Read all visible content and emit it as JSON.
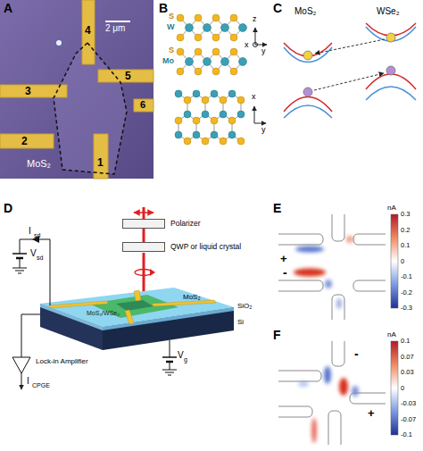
{
  "diagram": {
    "nodes": [
      {
        "text": [
          "Polarizer"
        ]
      },
      {
        "text": [
          "QWP or liquid crystal"
        ]
      }
    ],
    "edges": [
      {
        "from": 0,
        "to": 1,
        "arrow": "none"
      }
    ],
    "labels": [
      "A",
      "2 μm",
      "4",
      "3",
      "5",
      "2",
      "6",
      "1",
      "MoS₂",
      "B",
      "S",
      "W",
      "S",
      "Mo",
      "z",
      "x",
      "y",
      "x",
      "y",
      "C",
      "MoS₂",
      "WSe₂",
      "D",
      "I",
      "sd",
      "V",
      "sd",
      "I",
      "CPGE",
      "V",
      "g",
      "Lock-in Amplifier",
      "MoS₂/WSe₂",
      "MoS₂",
      "SiO₂",
      "Si",
      "E",
      "nA",
      "0.3",
      "0.2",
      "0.1",
      "0",
      "-0.1",
      "-0.2",
      "-0.3",
      "+",
      "-",
      "F",
      "nA",
      "0.1",
      "0.07",
      "0.03",
      "0",
      "-0.03",
      "-0.07",
      "-0.1",
      "-",
      "+"
    ]
  }
}
